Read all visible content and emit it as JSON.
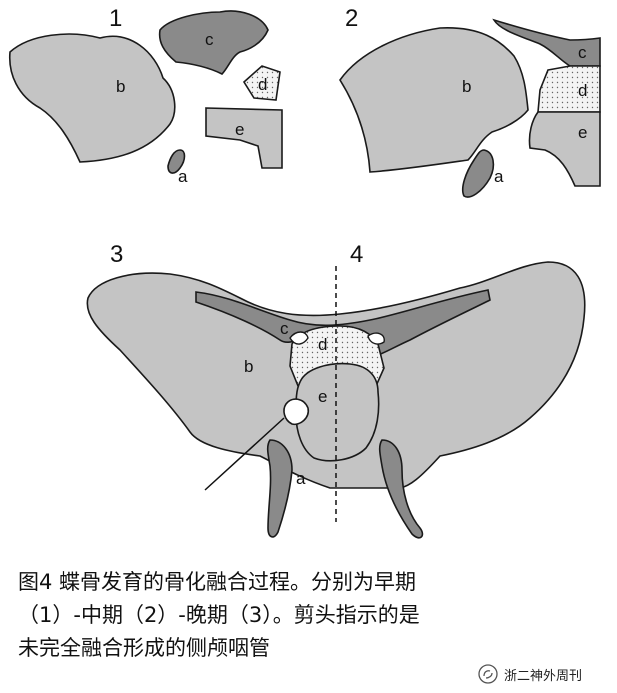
{
  "figure": {
    "stage_labels": [
      "1",
      "2",
      "3",
      "4"
    ],
    "parts": {
      "a": "a",
      "b": "b",
      "c": "c",
      "d": "d",
      "e": "e"
    }
  },
  "caption": {
    "line1": "图4 蝶骨发育的骨化融合过程。分别为早期",
    "line2": "（1）-中期（2）-晚期（3）。剪头指示的是",
    "line3": "未完全融合形成的侧颅咽管"
  },
  "watermark": {
    "text": "浙二神外周刊"
  },
  "colors": {
    "body_gray": "#c4c4c4",
    "dark_gray": "#8a8a8a",
    "stroke": "#1a1a1a",
    "dotted_fill": "#f4f4f4"
  }
}
